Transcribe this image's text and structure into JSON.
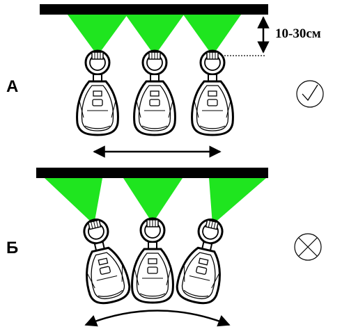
{
  "diagram": {
    "distance_label": "10-30см",
    "beam_color": "#1fe51f",
    "sections": [
      {
        "label": "А",
        "verdict": "correct",
        "verdict_icon": "check-circle-icon",
        "arrow_style": "straight",
        "device_count": 3
      },
      {
        "label": "Б",
        "verdict": "incorrect",
        "verdict_icon": "cross-circle-icon",
        "arrow_style": "curved",
        "device_count": 3
      }
    ]
  }
}
